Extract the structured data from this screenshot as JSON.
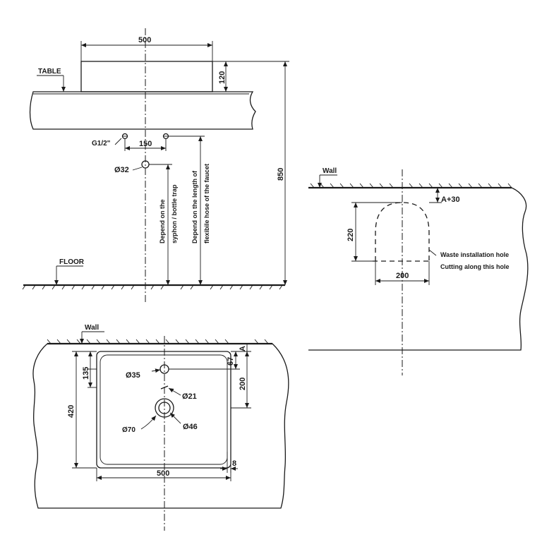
{
  "front_view": {
    "width_dim": "500",
    "height_dim": "120",
    "table_label": "TABLE",
    "thread_label": "G1/2\"",
    "spacing_dim": "150",
    "waste_dim": "Ø32",
    "total_height_dim": "850",
    "floor_label": "FLOOR",
    "note_siphon_line1": "Depend on the",
    "note_siphon_line2": "syphon / bottle trap",
    "note_faucet_line1": "Depend on the length of",
    "note_faucet_line2": "flexibile hose of the faucet"
  },
  "wall_view": {
    "wall_label": "Wall",
    "offset_dim": "A+30",
    "height_dim": "220",
    "width_dim": "200",
    "note_line1": "Waste installation hole",
    "note_line2": "Cutting along this hole"
  },
  "plan_view": {
    "wall_label": "Wall",
    "offset_label": "A",
    "depth_dim": "420",
    "tap_offset_dim": "135",
    "tap_hole_dim": "Ø35",
    "overflow_dim": "Ø21",
    "drain_outer_dim": "Ø70",
    "drain_inner_dim": "Ø46",
    "tap_from_wall_dim": "67",
    "drain_from_wall_dim": "200",
    "rim_dim": "8",
    "width_dim": "500"
  }
}
